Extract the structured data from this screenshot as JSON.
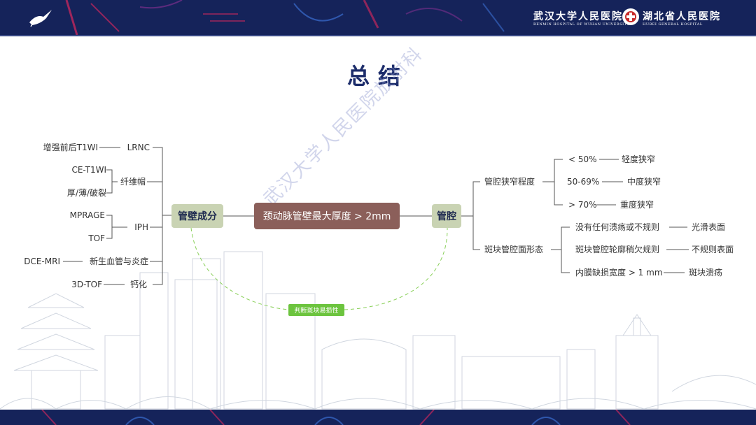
{
  "header": {
    "hospital_1_name": "武汉大学人民医院",
    "hospital_1_english": "RENMIN HOSPITAL OF WUHAN UNIVERSITY",
    "hospital_2_name": "湖北省人民医院",
    "hospital_2_english": "HUBEI    GENERAL    HOSPITAL"
  },
  "title": "总结",
  "watermark": "武汉大学人民医院放射科",
  "center_node": "颈动脉管壁最大厚度 > 2mm",
  "left_node": "管壁成分",
  "right_node": "管腔",
  "link_label": "判断斑块易损性",
  "left_branches": {
    "lrnc": {
      "label": "LRNC",
      "source": "增强前后T1WI"
    },
    "fiber_cap": {
      "label": "纤维帽",
      "source_1": "CE-T1WI",
      "source_2": "厚/薄/破裂"
    },
    "iph": {
      "label": "IPH",
      "source_1": "MPRAGE",
      "source_2": "TOF"
    },
    "neovasc": {
      "label": "新生血管与炎症",
      "source": "DCE-MRI"
    },
    "calc": {
      "label": "钙化",
      "source": "3D-TOF"
    }
  },
  "right_branches": {
    "stenosis": {
      "label": "管腔狭窄程度",
      "items": [
        {
          "condition": "< 50%",
          "result": "轻度狭窄"
        },
        {
          "condition": "50-69%",
          "result": "中度狭窄"
        },
        {
          "condition": "> 70%",
          "result": "重度狭窄"
        }
      ]
    },
    "surface": {
      "label": "斑块管腔面形态",
      "items": [
        {
          "condition": "没有任何溃疡或不规则",
          "result": "光滑表面"
        },
        {
          "condition": "斑块管腔轮廓稍欠规则",
          "result": "不规则表面"
        },
        {
          "condition": "内膜缺损宽度 > 1 mm",
          "result": "斑块溃疡"
        }
      ]
    }
  }
}
